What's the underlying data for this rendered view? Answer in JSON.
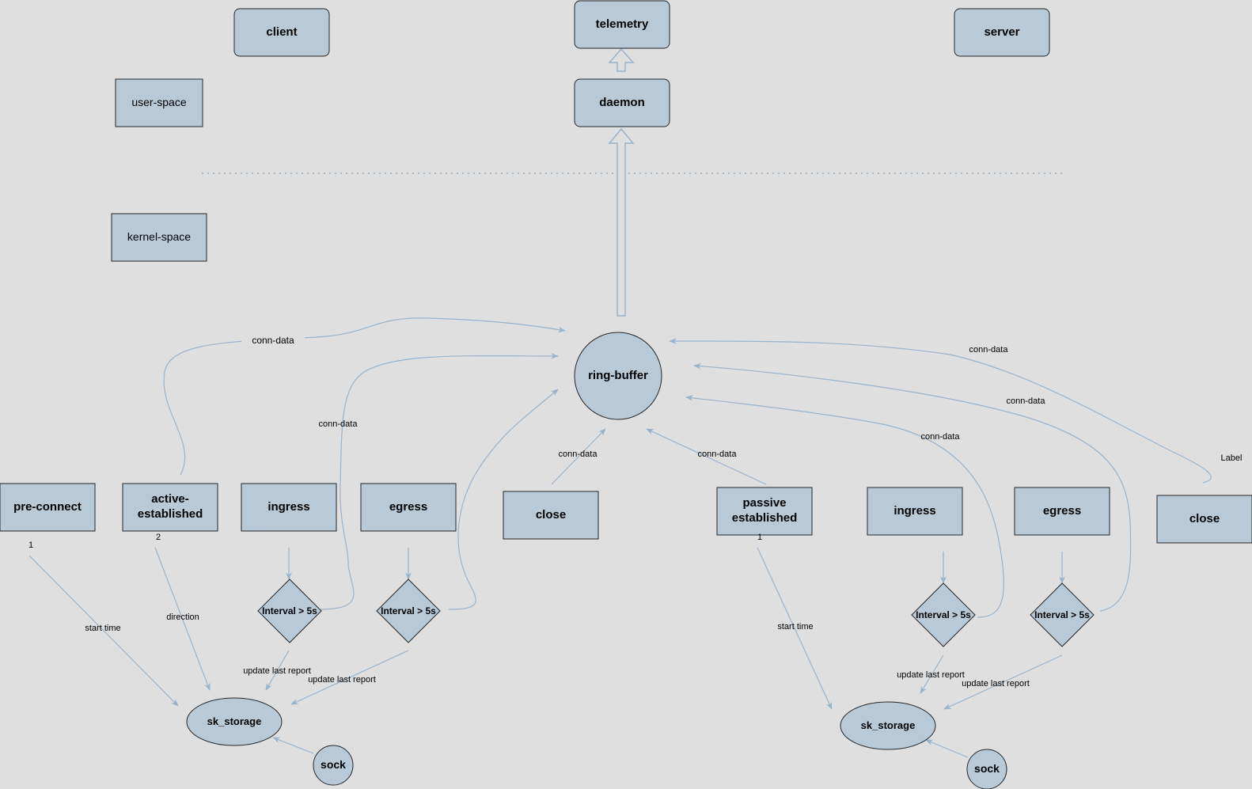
{
  "colors": {
    "fill": "#b8cad8",
    "stroke": "#262626",
    "edge": "#98b3cc",
    "background": "#dfdfdf",
    "divider": "#a9bccc"
  },
  "nodes": {
    "client": "client",
    "telemetry": "telemetry",
    "server": "server",
    "user_space": "user-space",
    "daemon": "daemon",
    "kernel_space": "kernel-space",
    "ring_buffer": "ring-buffer",
    "pre_connect": "pre-connect",
    "active_established": "active-\nestablished",
    "ingress_left": "ingress",
    "egress_left": "egress",
    "close_left": "close",
    "passive_established": "passive\nestablished",
    "ingress_right": "ingress",
    "egress_right": "egress",
    "close_right": "close",
    "interval_1": "Interval > 5s",
    "interval_2": "Interval > 5s",
    "interval_3": "Interval > 5s",
    "interval_4": "Interval > 5s",
    "sk_storage_left": "sk_storage",
    "sk_storage_right": "sk_storage",
    "sock_left": "sock",
    "sock_right": "sock"
  },
  "edge_labels": {
    "conn_data_active": "conn-data",
    "conn_data_ingress_left": "conn-data",
    "conn_data_close_left": "conn-data",
    "conn_data_passive": "conn-data",
    "conn_data_ingress_right": "conn-data",
    "conn_data_egress_right": "conn-data",
    "conn_data_close_right": "conn-data",
    "label_close_right": "Label",
    "start_time_left": "start time",
    "direction": "direction",
    "update_last_report_1": "update last report",
    "update_last_report_2": "update last report",
    "start_time_right": "start time",
    "update_last_report_3": "update last report",
    "update_last_report_4": "update last report",
    "num_pre_connect": "1",
    "num_active": "2",
    "num_passive": "1"
  }
}
